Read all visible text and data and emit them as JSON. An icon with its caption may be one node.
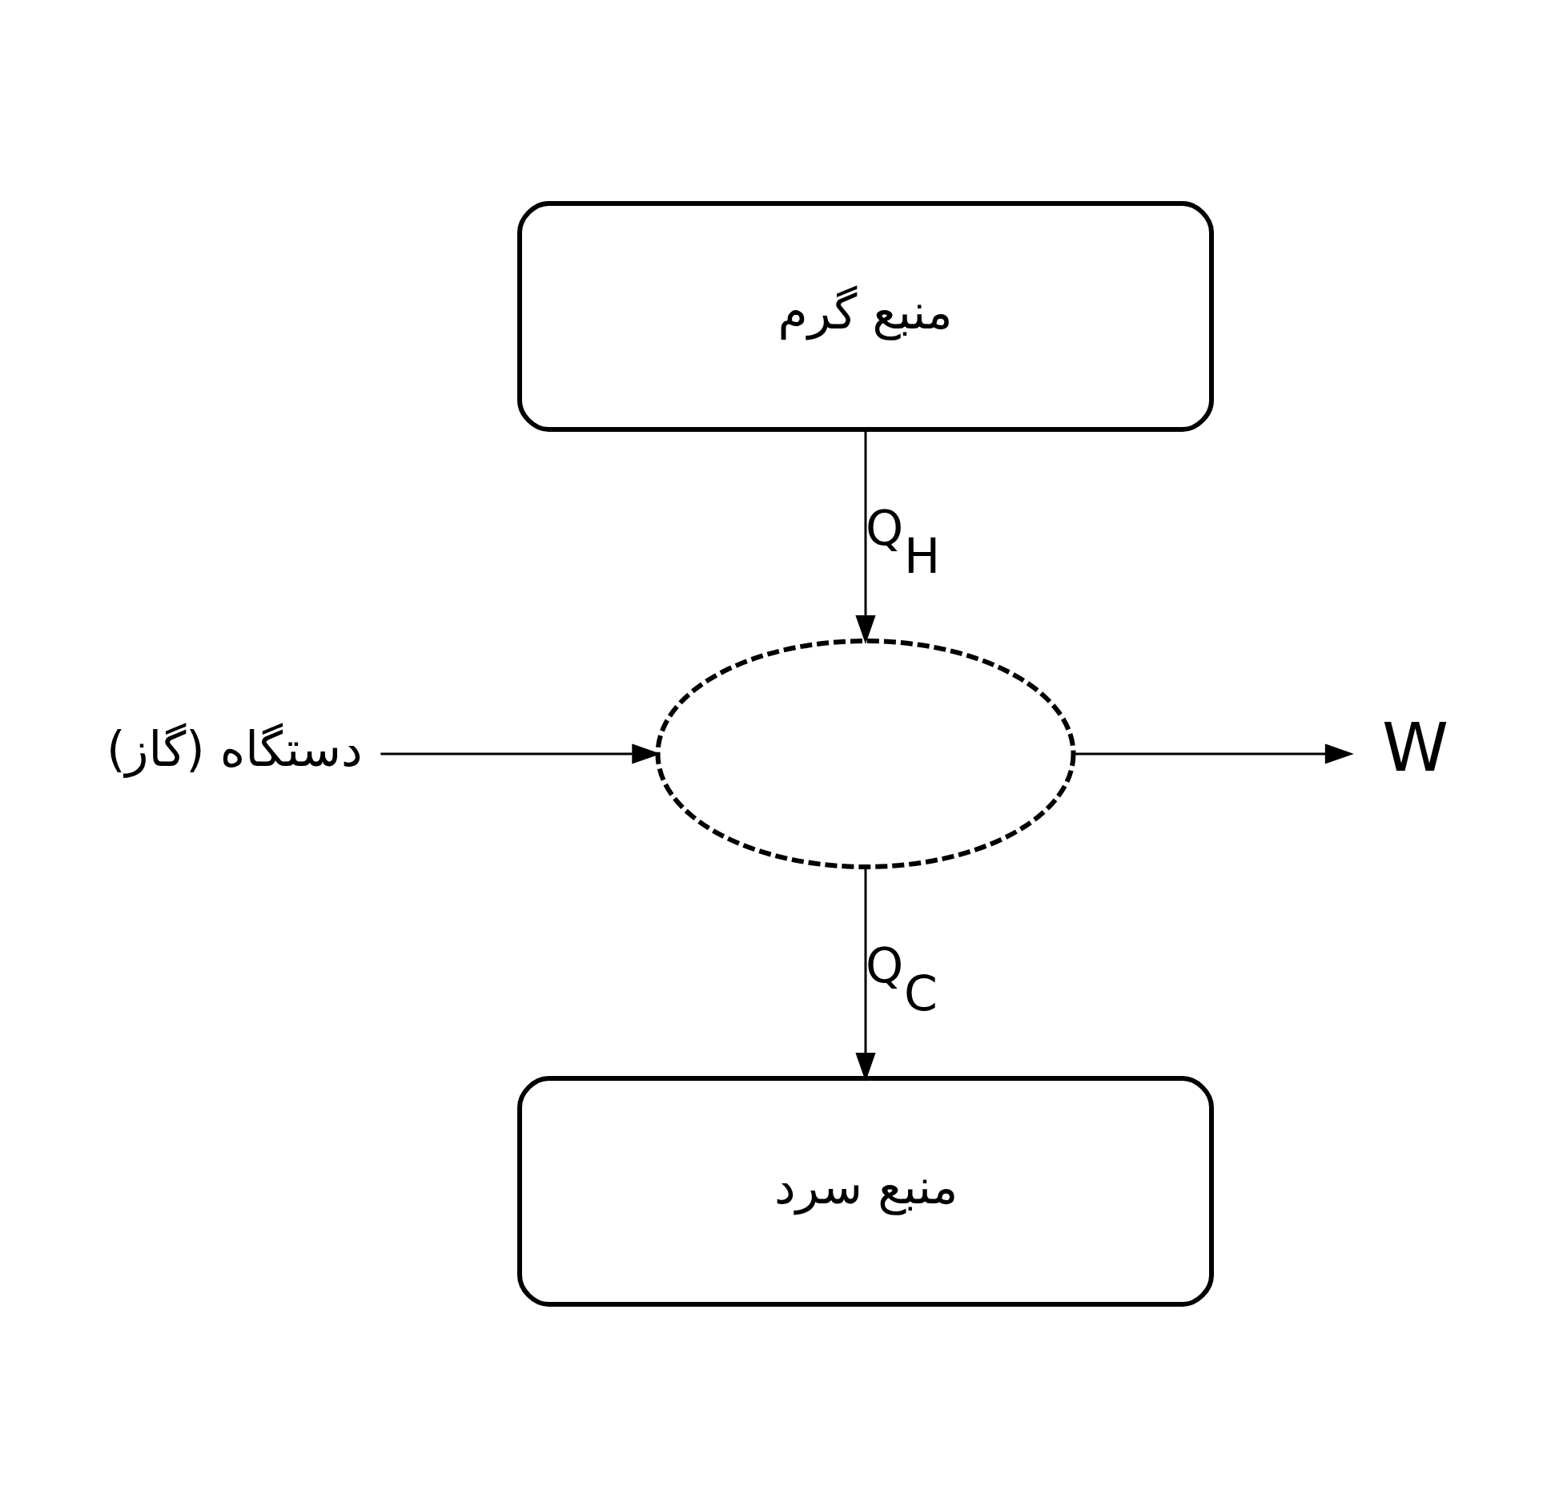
{
  "diagram": {
    "nodes": [
      {
        "text": [
          "منبع گرم"
        ]
      },
      {
        "text": [],
        "shape": "ellipse"
      },
      {
        "text": [
          "دستگاه (گاز)"
        ]
      },
      {
        "text": [
          "منبع سرد"
        ]
      },
      {
        "text": [
          "W"
        ]
      }
    ],
    "edges": [
      {
        "from": 0,
        "to": 1,
        "arrow": "to",
        "label": "Q$_{H}$"
      },
      {
        "from": 1,
        "to": 3,
        "arrow": "to",
        "label": "Q$_{C}$"
      },
      {
        "from": 1,
        "to": 4,
        "arrow": "to"
      },
      {
        "from": 2,
        "to": 1,
        "arrow": "to"
      }
    ]
  }
}
